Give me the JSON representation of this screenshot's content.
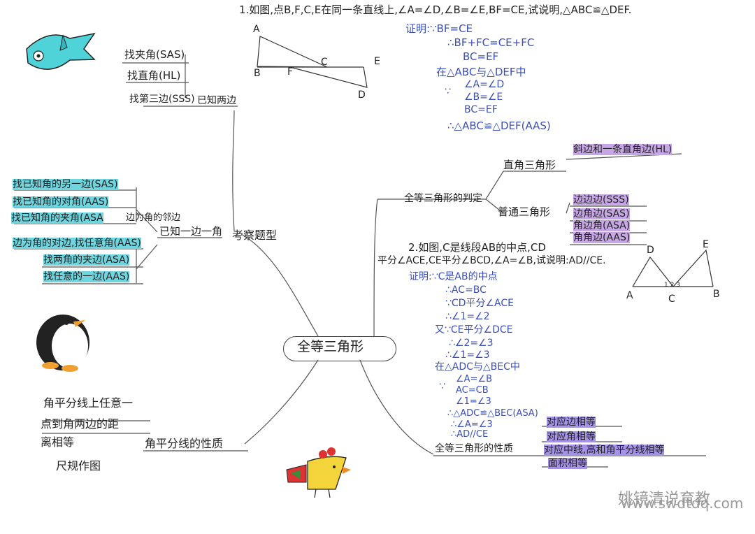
{
  "center": {
    "label": "全等三角形"
  },
  "problem1": {
    "statement": "1.如图,点B,F,C,E在同一条直线上,∠A=∠D,∠B=∠E,BF=CE,试说明,△ABC≌△DEF.",
    "labels": {
      "A": "A",
      "B": "B",
      "F": "F",
      "C": "C",
      "E": "E",
      "D": "D"
    },
    "proof": [
      "证明:∵BF=CE",
      "∴BF+FC=CE+FC",
      "BC=EF",
      "在△ABC与△DEF中",
      "∵",
      "∠A=∠D",
      "∠B=∠E",
      "BC=EF",
      "∴△ABC≌△DEF(AAS)"
    ]
  },
  "left_top": {
    "items": [
      "找夹角(SAS)",
      "找直角(HL)",
      "找第三边(SSS)"
    ],
    "branch": "已知两边"
  },
  "left_mid": {
    "main": "考察题型",
    "group_label": "已知一边一角",
    "sub1": "边为角的邻边",
    "sub2": "边为角的对边",
    "items_adjacent": [
      "找已知角的另一边(SAS)",
      "找已知角的对角(AAS)",
      "找已知角的夹角(ASA"
    ],
    "items_opposite": [
      "边为角的对边,找任意角(AAS)",
      "找两角的夹边(ASA)",
      "找任意的一边(AAS)"
    ]
  },
  "judge": {
    "label": "全等三角形的判定",
    "right_triangle": "直角三角形",
    "hl": "斜边和一条直角边(HL)",
    "normal_triangle": "普通三角形",
    "rules": [
      "边边边(SSS)",
      "边角边(SAS)",
      "角边角(ASA)",
      "角角边(AAS)"
    ]
  },
  "problem2": {
    "statement_line1": "2.如图,C是线段AB的中点,CD",
    "statement_line2": "平分∠ACE,CE平分∠BCD,∠A=∠B,试说明:AD//CE.",
    "labels": {
      "D": "D",
      "E": "E",
      "A": "A",
      "B": "B",
      "C": "C",
      "angles": "1 2 3"
    },
    "proof": [
      "证明:∵C是AB的中点",
      "∴AC=BC",
      "∵CD平分∠ACE",
      "∴∠1=∠2",
      "又∵CE平分∠DCE",
      "∴∠2=∠3",
      "∴∠1=∠3",
      "在△ADC与△BEC中",
      "∵",
      "∠A=∠B",
      "AC=CB",
      "∠1=∠3",
      "∴△ADC≌△BEC(ASA)",
      "∴∠A=∠3",
      "∴AD//CE"
    ]
  },
  "properties": {
    "label": "全等三角形的性质",
    "items": [
      "对应边相等",
      "对应角相等",
      "对应中线,高和角平分线相等",
      "面积相等"
    ]
  },
  "bisector": {
    "label": "角平分线的性质",
    "desc_line1": "角平分线上任意一",
    "desc_line2": "点到角两边的距",
    "desc_line3": "离相等",
    "construct": "尺规作图"
  },
  "watermark": {
    "text": "姚镜清说育教",
    "site": "www.swdtdq.com"
  },
  "colors": {
    "ink": "#222222",
    "proof_blue": "#3b4fb8",
    "highlight_cyan": "#6fd6e0",
    "highlight_purple": "#c7a6e6"
  },
  "doodles": [
    "fish-icon",
    "penguin-icon",
    "chicken-icon"
  ]
}
